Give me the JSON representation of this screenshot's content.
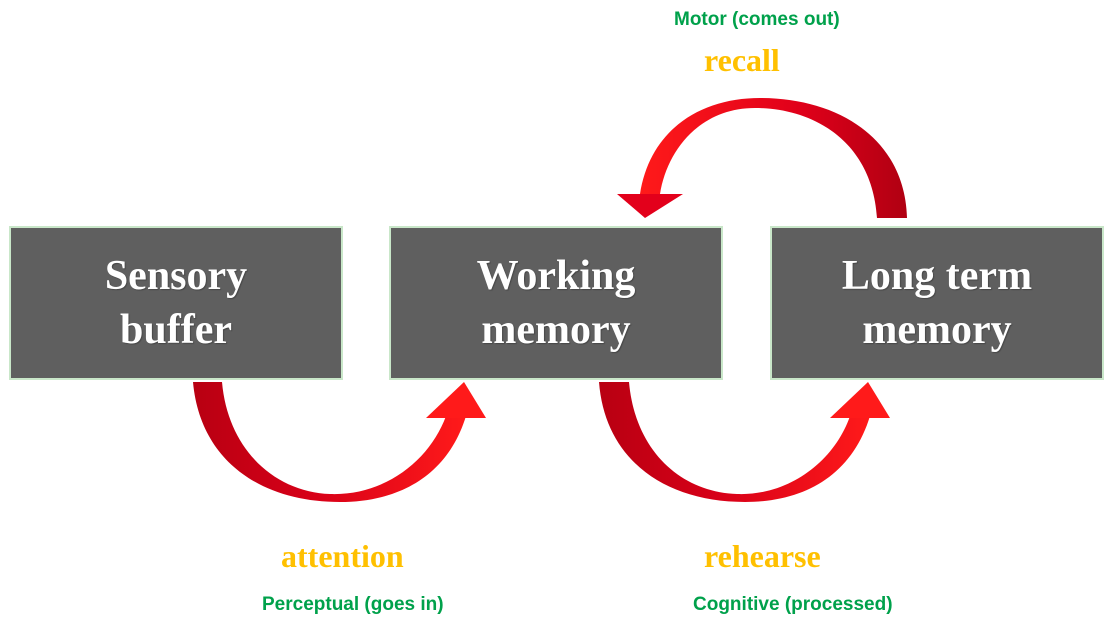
{
  "boxes": {
    "sensory": {
      "label": "Sensory\nbuffer"
    },
    "working": {
      "label": "Working\nmemory"
    },
    "longterm": {
      "label": "Long term\nmemory"
    }
  },
  "processes": {
    "recall": "recall",
    "attention": "attention",
    "rehearse": "rehearse"
  },
  "stages": {
    "motor": "Motor (comes out)",
    "perceptual": "Perceptual (goes in)",
    "cognitive": "Cognitive (processed)"
  },
  "colors": {
    "box_fill": "#5f5f5f",
    "box_border": "#c9e7c9",
    "box_text": "#ffffff",
    "arrow": "#e3001b",
    "process_text": "#ffc000",
    "stage_text": "#00a14b"
  },
  "icons": {
    "arrow_recall": "curved-arrow-icon",
    "arrow_attention": "curved-arrow-icon",
    "arrow_rehearse": "curved-arrow-icon"
  }
}
